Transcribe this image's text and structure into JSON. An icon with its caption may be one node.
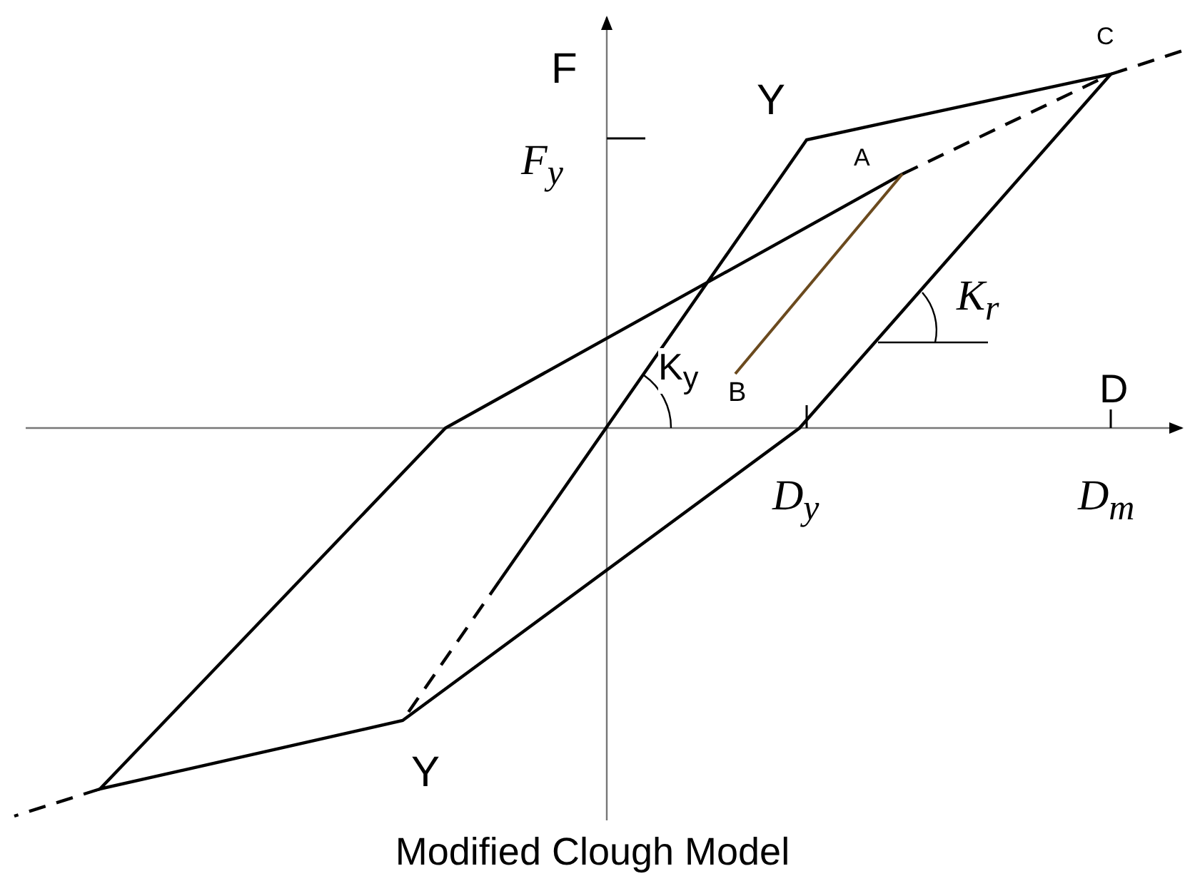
{
  "diagram": {
    "caption": "Modified Clough Model",
    "labels": [
      "F",
      "C",
      "Y",
      "F$_{y}$",
      "A",
      "K$_{r}$",
      "K$_{y}$",
      "B",
      "D",
      "D$_{y}$",
      "D$_{m}$",
      "Y"
    ]
  }
}
